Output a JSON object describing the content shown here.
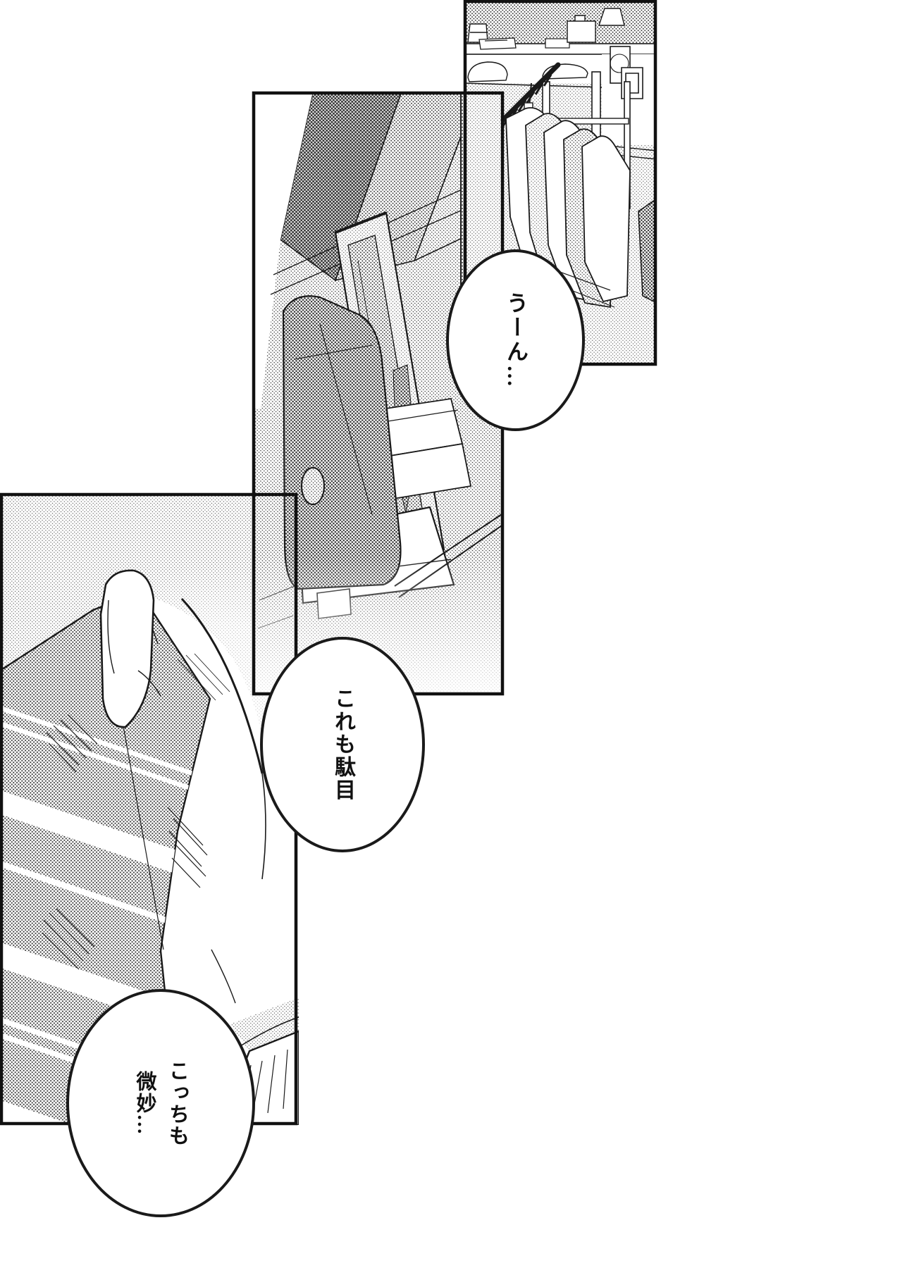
{
  "page": {
    "kind": "manga-page",
    "ink": "#1a1a1a",
    "paper": "#ffffff"
  },
  "panels": [
    {
      "id": "closet-room",
      "position": "top-right"
    },
    {
      "id": "fitting-room-mirror",
      "position": "middle"
    },
    {
      "id": "hand-holding-necktie",
      "position": "bottom-left"
    }
  ],
  "speech_bubbles": [
    {
      "id": "bubble-1",
      "text": "うーん…"
    },
    {
      "id": "bubble-2",
      "text": "これも駄目"
    },
    {
      "id": "bubble-3",
      "text": "こっちも\n微妙…"
    }
  ]
}
